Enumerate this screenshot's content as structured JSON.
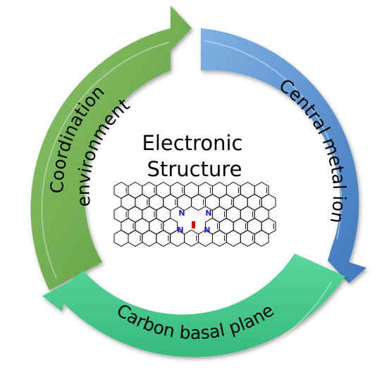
{
  "segments": {
    "top_left": {
      "line1": "Coordination",
      "line2": "environment",
      "color": "#6aa84f"
    },
    "right": {
      "line1": "Central metal ion",
      "color": "#4a86c8"
    },
    "bottom": {
      "line1": "Carbon basal plane",
      "color": "#3cc78a"
    }
  },
  "center": {
    "line1": "Electronic",
    "line2": "Structure",
    "atoms": [
      "N",
      "N",
      "N",
      "N"
    ],
    "metal_color": "#e00000"
  }
}
